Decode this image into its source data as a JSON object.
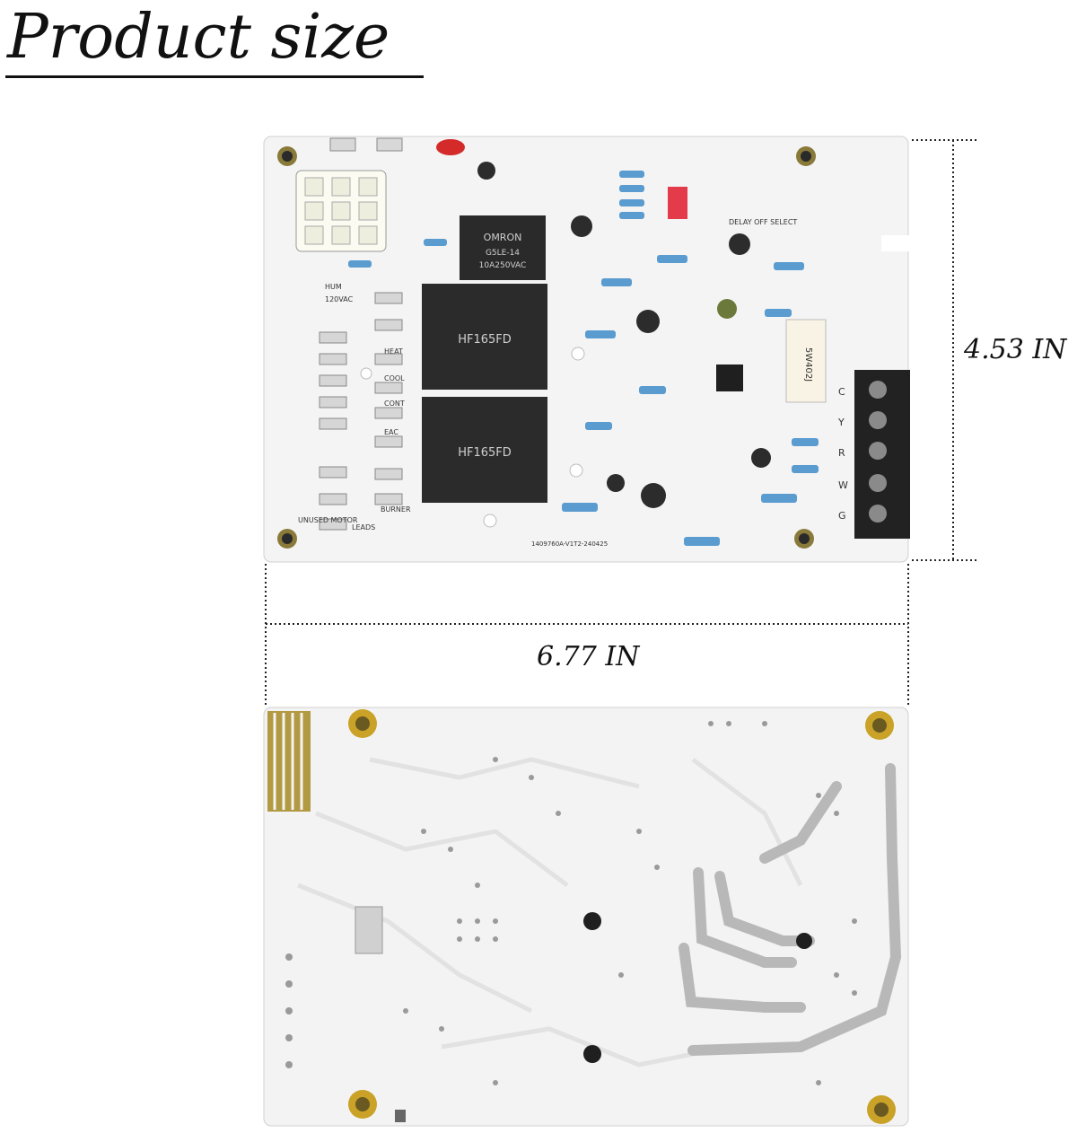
{
  "title": "Product size",
  "dimensions": {
    "width": "6.77 IN",
    "height": "4.53 IN"
  },
  "board_labels": {
    "relay_omron": "OMRON",
    "relay_model": "G5LE-14",
    "relay_rating": "10A250VAC",
    "relay_hf1": "HF165FD",
    "relay_hf2": "HF165FD",
    "resistor": "5W402J",
    "terminal_letters": [
      "C",
      "Y",
      "R",
      "W",
      "G"
    ],
    "part_number": "1409760A-V1T2-240425",
    "switch_label": "DELAY OFF SELECT",
    "hum": "HUM",
    "vac": "120VAC",
    "heat": "HEAT",
    "cool": "COOL",
    "cont": "CONT",
    "eac": "EAC",
    "unused_motor": "UNUSED MOTOR",
    "leads": "LEADS",
    "burner": "BURNER"
  },
  "colors": {
    "pcb": "#f4f4f4",
    "relay": "#2a2a2a",
    "terminal": "#222222",
    "standoff": "#c9a227",
    "resistor": "#5a9bd0",
    "trace": "#e6e6e6"
  }
}
